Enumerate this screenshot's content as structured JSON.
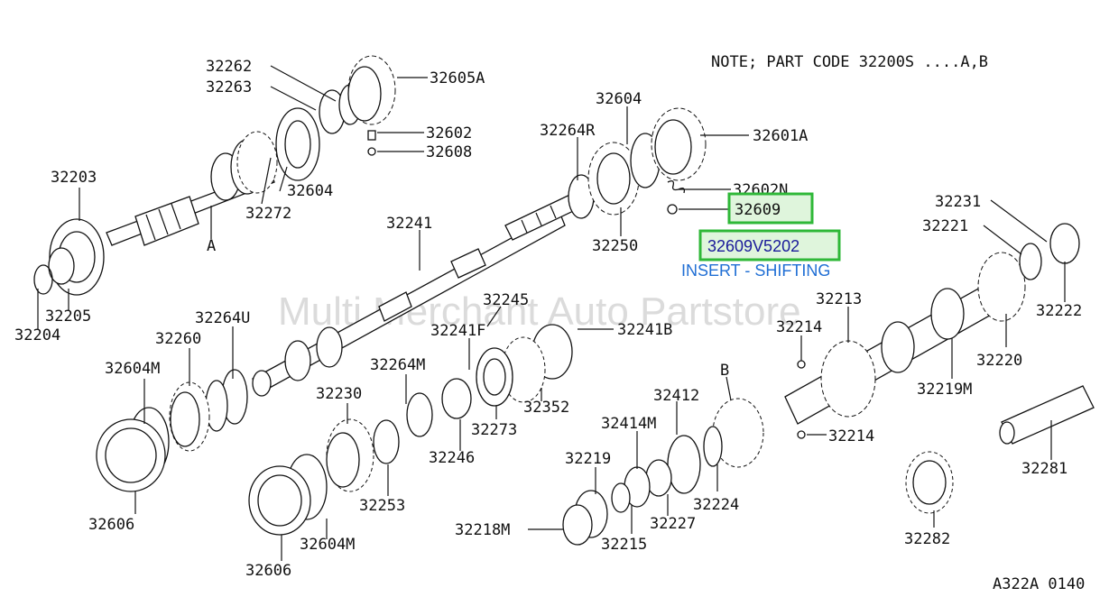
{
  "note": "NOTE; PART CODE  32200S ....A,B",
  "footer_code": "A322A 0140",
  "watermark": "Multi Merchant Auto Partstore",
  "highlight": {
    "part_label": "32609",
    "part_number": "32609V5202",
    "description": "INSERT - SHIFTING",
    "box_color": "#2fb838",
    "fill_color": "#dff5dc"
  },
  "letters": {
    "a": "A",
    "b": "B"
  },
  "labels": {
    "p32262": "32262",
    "p32263": "32263",
    "p32605A": "32605A",
    "p32602": "32602",
    "p32608": "32608",
    "p32604_top": "32604",
    "p32272": "32272",
    "p32203": "32203",
    "p32205": "32205",
    "p32204": "32204",
    "p32604_mid": "32604",
    "p32264R": "32264R",
    "p32601A": "32601A",
    "p32602N": "32602N",
    "p32250": "32250",
    "p32241": "32241",
    "p32231": "32231",
    "p32221": "32221",
    "p32222": "32222",
    "p32213": "32213",
    "p32214_top": "32214",
    "p32214_bot": "32214",
    "p32220": "32220",
    "p32219M": "32219M",
    "p32245": "32245",
    "p32241F": "32241F",
    "p32241B": "32241B",
    "p32264U": "32264U",
    "p32260": "32260",
    "p32604M_left": "32604M",
    "p32264M": "32264M",
    "p32230": "32230",
    "p32273": "32273",
    "p32352": "32352",
    "p32246": "32246",
    "p32253": "32253",
    "p32606_left": "32606",
    "p32604M_bot": "32604M",
    "p32606_bot": "32606",
    "p32412": "32412",
    "p32414M": "32414M",
    "p32219": "32219",
    "p32224": "32224",
    "p32227": "32227",
    "p32215": "32215",
    "p32218M": "32218M",
    "p32281": "32281",
    "p32282": "32282"
  }
}
